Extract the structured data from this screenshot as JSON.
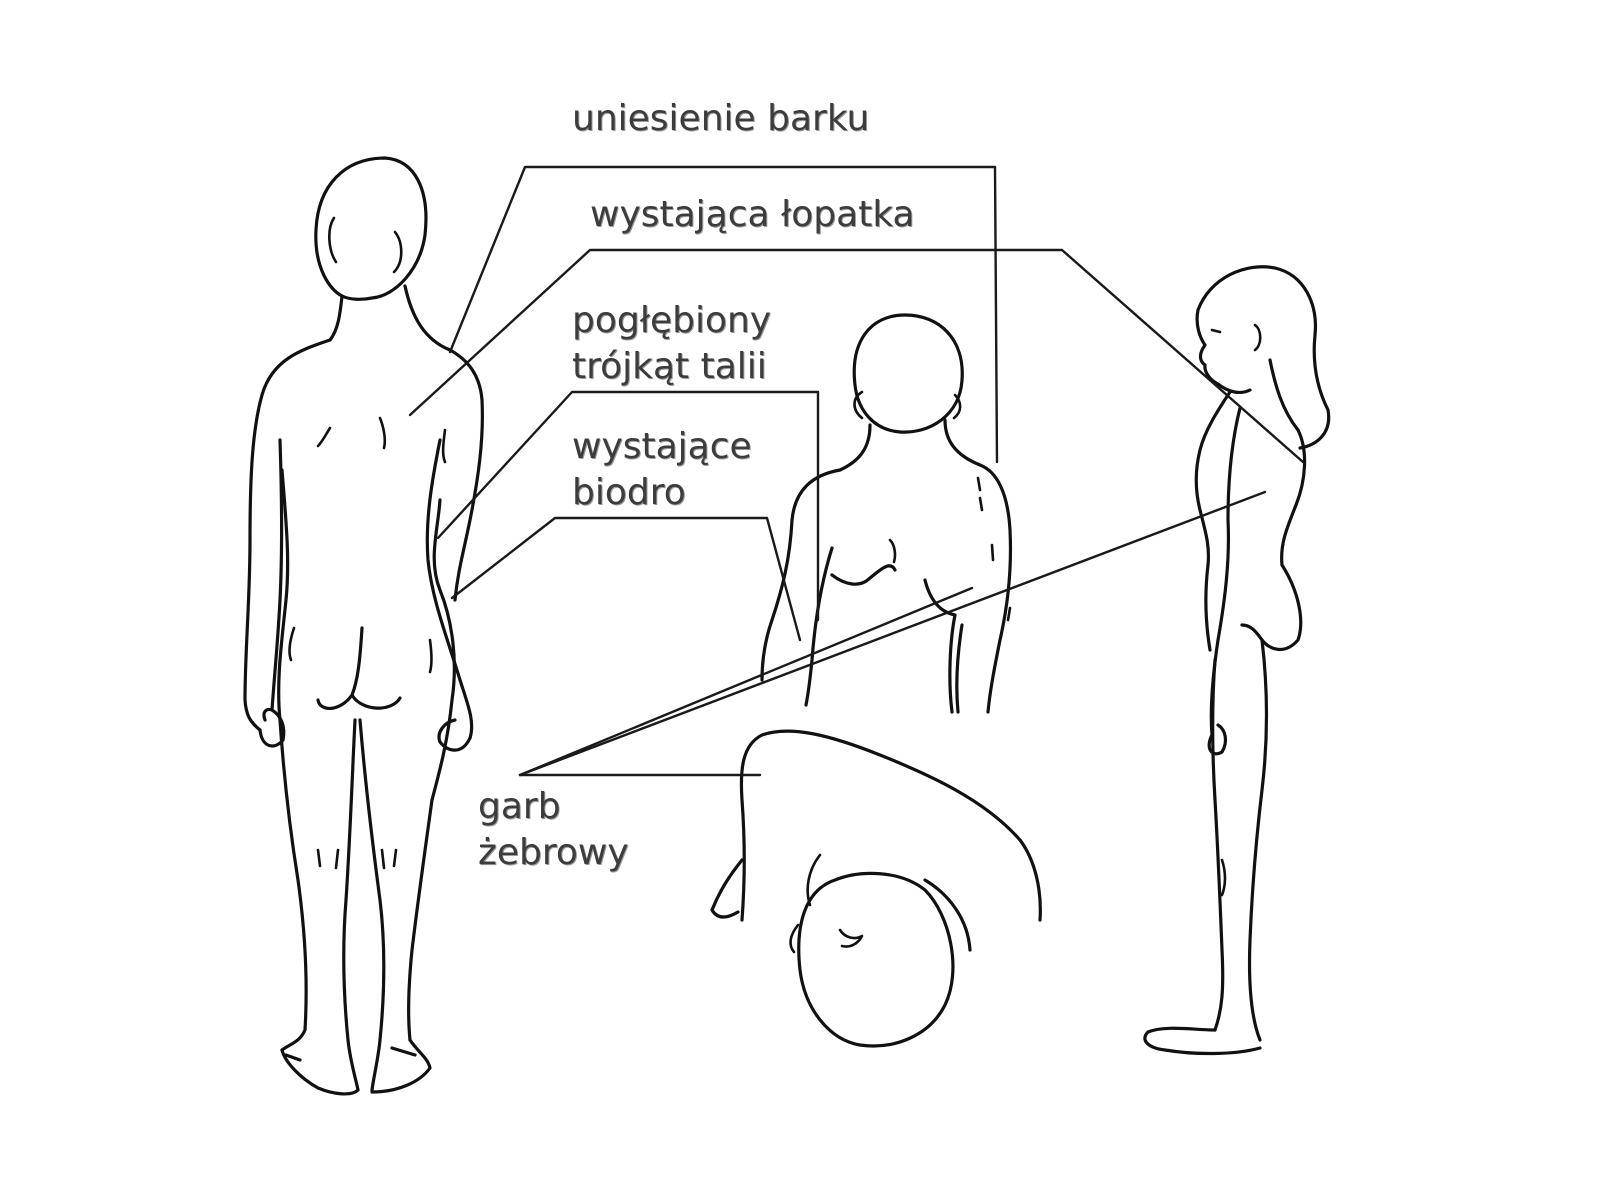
{
  "labels": {
    "shoulder_elevation": "uniesienie barku",
    "protruding_scapula": "wystająca łopatka",
    "waist_triangle_line1": "pogłębiony",
    "waist_triangle_line2": "trójkąt talii",
    "hip_line1": "wystające",
    "hip_line2": "biodro",
    "rib_hump_line1": "garb",
    "rib_hump_line2": "żebrowy"
  },
  "figures": [
    "back-view-figure",
    "torso-back-view",
    "forward-bend-view",
    "side-view-figure"
  ],
  "colors": {
    "line": "#111111",
    "text": "#3c3c3c",
    "background": "#ffffff"
  }
}
